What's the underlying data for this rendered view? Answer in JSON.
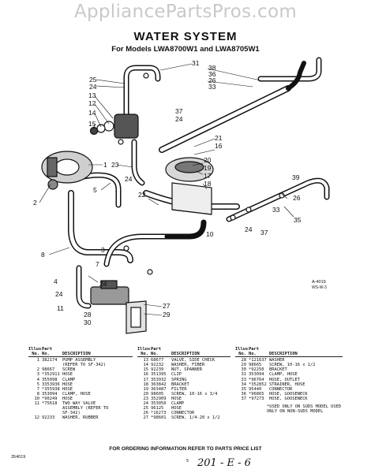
{
  "watermark": "AppliancePartsPros.com",
  "title": "WATER SYSTEM",
  "subtitle": "For Models LWA8700W1 and LWA8705W1",
  "diagram": {
    "callouts": [
      "31",
      "25",
      "24",
      "13",
      "12",
      "14",
      "15",
      "1",
      "2",
      "5",
      "23",
      "24",
      "22",
      "8",
      "3",
      "7",
      "24",
      "4",
      "24",
      "11",
      "28",
      "30",
      "27",
      "29",
      "38",
      "36",
      "26",
      "33",
      "37",
      "24",
      "21",
      "16",
      "20",
      "19",
      "17",
      "18",
      "39",
      "26",
      "35",
      "33",
      "37",
      "24",
      "10"
    ],
    "inset_label": "A-4019",
    "inset_sub": "WS-W-3"
  },
  "parts_headers": {
    "illus": "Illus.",
    "part": "Part",
    "no": "No.",
    "no2": "No.",
    "desc": "DESCRIPTION"
  },
  "parts": [
    [
      [
        "1",
        "382174",
        "PUMP ASSEMBLY"
      ],
      [
        "",
        "",
        "(REFER TO SF-342)"
      ],
      [
        "2",
        "98667",
        "SCREW"
      ],
      [
        "3",
        "*352911",
        "HOSE"
      ],
      [
        "4",
        "355098",
        "CLAMP"
      ],
      [
        "5",
        "3353936",
        "HOSE"
      ],
      [
        "7",
        "*355938",
        "HOSE"
      ],
      [
        "8",
        "353094",
        "CLAMP, HOSE"
      ],
      [
        "10",
        "*90249",
        "HOSE"
      ],
      [
        "11",
        "*75618",
        "TWO WAY VALVE"
      ],
      [
        "",
        "",
        "ASSEMBLY (REFER TO"
      ],
      [
        "",
        "",
        "SF-342)"
      ],
      [
        "12",
        "92233",
        "WASHER, RUBBER"
      ]
    ],
    [
      [
        "13",
        "68677",
        "VALVE, SIDE CHECK"
      ],
      [
        "14",
        "92232",
        "WASHER, FIBER"
      ],
      [
        "15",
        "92239",
        "NUT, SPANNER"
      ],
      [
        "16",
        "351395",
        "CLIP"
      ],
      [
        "17",
        "353932",
        "SPRING"
      ],
      [
        "18",
        "363842",
        "BRACKET"
      ],
      [
        "19",
        "363487",
        "FILTER"
      ],
      [
        "20",
        "98605",
        "SCREW, 10-16 x 3/4"
      ],
      [
        "23",
        "352909",
        "HOSE"
      ],
      [
        "24",
        "353050",
        "CLAMP"
      ],
      [
        "25",
        "96125",
        "HOSE"
      ],
      [
        "26",
        "*16273",
        "CONNECTOR"
      ],
      [
        "27",
        "*98601",
        "SCREW, 1/4-20 x 1/2"
      ]
    ],
    [
      [
        "28",
        "*121637",
        "WASHER"
      ],
      [
        "29",
        "98665",
        "SCREW, 10-16 x 1/2"
      ],
      [
        "30",
        "*92250",
        "BRACKET"
      ],
      [
        "31",
        "353094",
        "CLAMP, HOSE"
      ],
      [
        "33",
        "*96764",
        "HOSE, OUTLET"
      ],
      [
        "34",
        "*352852",
        "STRAINER, HOSE"
      ],
      [
        "35",
        "95440",
        "CONNECTOR"
      ],
      [
        "36",
        "*96865",
        "HOSE, GOOSENECK"
      ],
      [
        "37",
        "*97273",
        "HOSE, GOOSENECK"
      ]
    ]
  ],
  "note": "*USED ONLY ON SUDS MODEL USED ONLY ON NON-SUDS MODEL",
  "footer": "FOR ORDERING INFORMATION REFER TO PARTS PRICE LIST",
  "docnum": "354019",
  "pagenum": "5",
  "handwritten": "201 - E - 6"
}
